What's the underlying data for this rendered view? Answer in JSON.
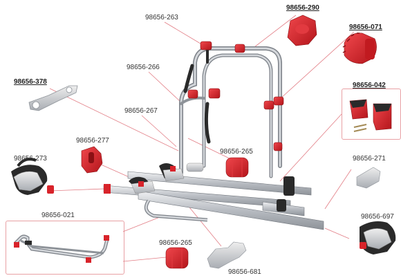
{
  "labels": {
    "p263": "98656-263",
    "p290": "98656-290",
    "p071": "98656-071",
    "p266": "98656-266",
    "p378": "98656-378",
    "p042": "98656-042",
    "p267": "98656-267",
    "p277": "98656-277",
    "p265a": "98656-265",
    "p273": "98656-273",
    "p271": "98656-271",
    "p021": "98656-021",
    "p697": "98656-697",
    "p265b": "98656-265",
    "p681": "98656-681"
  },
  "colors": {
    "accent_red": "#d8232a",
    "leader_line": "#e27c84",
    "frame_silver": "#b8bcc2",
    "rubber_black": "#2a2a2a",
    "highlight_box": "#e8a0a4"
  }
}
